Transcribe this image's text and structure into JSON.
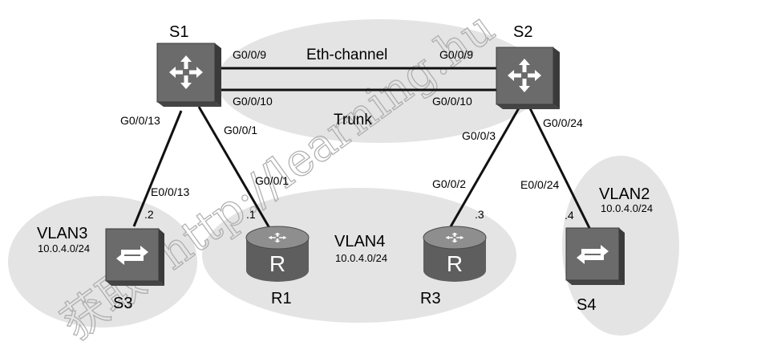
{
  "devices": {
    "s1": {
      "label": "S1"
    },
    "s2": {
      "label": "S2"
    },
    "s3": {
      "label": "S3"
    },
    "s4": {
      "label": "S4"
    },
    "r1": {
      "label": "R1",
      "symbol": "R"
    },
    "r3": {
      "label": "R3",
      "symbol": "R"
    }
  },
  "links": {
    "eth_channel": {
      "label": "Eth-channel",
      "s1_port_top": "G0/0/9",
      "s2_port_top": "G0/0/9",
      "s1_port_bottom": "G0/0/10",
      "s2_port_bottom": "G0/0/10"
    },
    "trunk": {
      "label": "Trunk"
    },
    "s1_s3": {
      "s1_port": "G0/0/13",
      "s3_port": "E0/0/13",
      "s3_ip": ".2"
    },
    "s1_r1": {
      "s1_port": "G0/0/1",
      "r1_port": "G0/0/1",
      "r1_ip": ".1"
    },
    "s2_r3": {
      "s2_port": "G0/0/3",
      "r3_port": "G0/0/2",
      "r3_ip": ".3"
    },
    "s2_s4": {
      "s2_port": "G0/0/24",
      "s4_port": "E0/0/24",
      "s4_ip": ".4"
    }
  },
  "vlans": {
    "vlan3": {
      "name": "VLAN3",
      "subnet": "10.0.4.0/24"
    },
    "vlan4": {
      "name": "VLAN4",
      "subnet": "10.0.4.0/24"
    },
    "vlan2": {
      "name": "VLAN2",
      "subnet": "10.0.4.0/24"
    }
  },
  "watermark": {
    "text": "获取: http://learning.hu"
  },
  "colors": {
    "ellipse": "#e4e4e4",
    "device_dark": "#3a3a3a",
    "device_mid": "#6b6b6b",
    "device_light": "#8e8e8e",
    "link": "#111111"
  }
}
